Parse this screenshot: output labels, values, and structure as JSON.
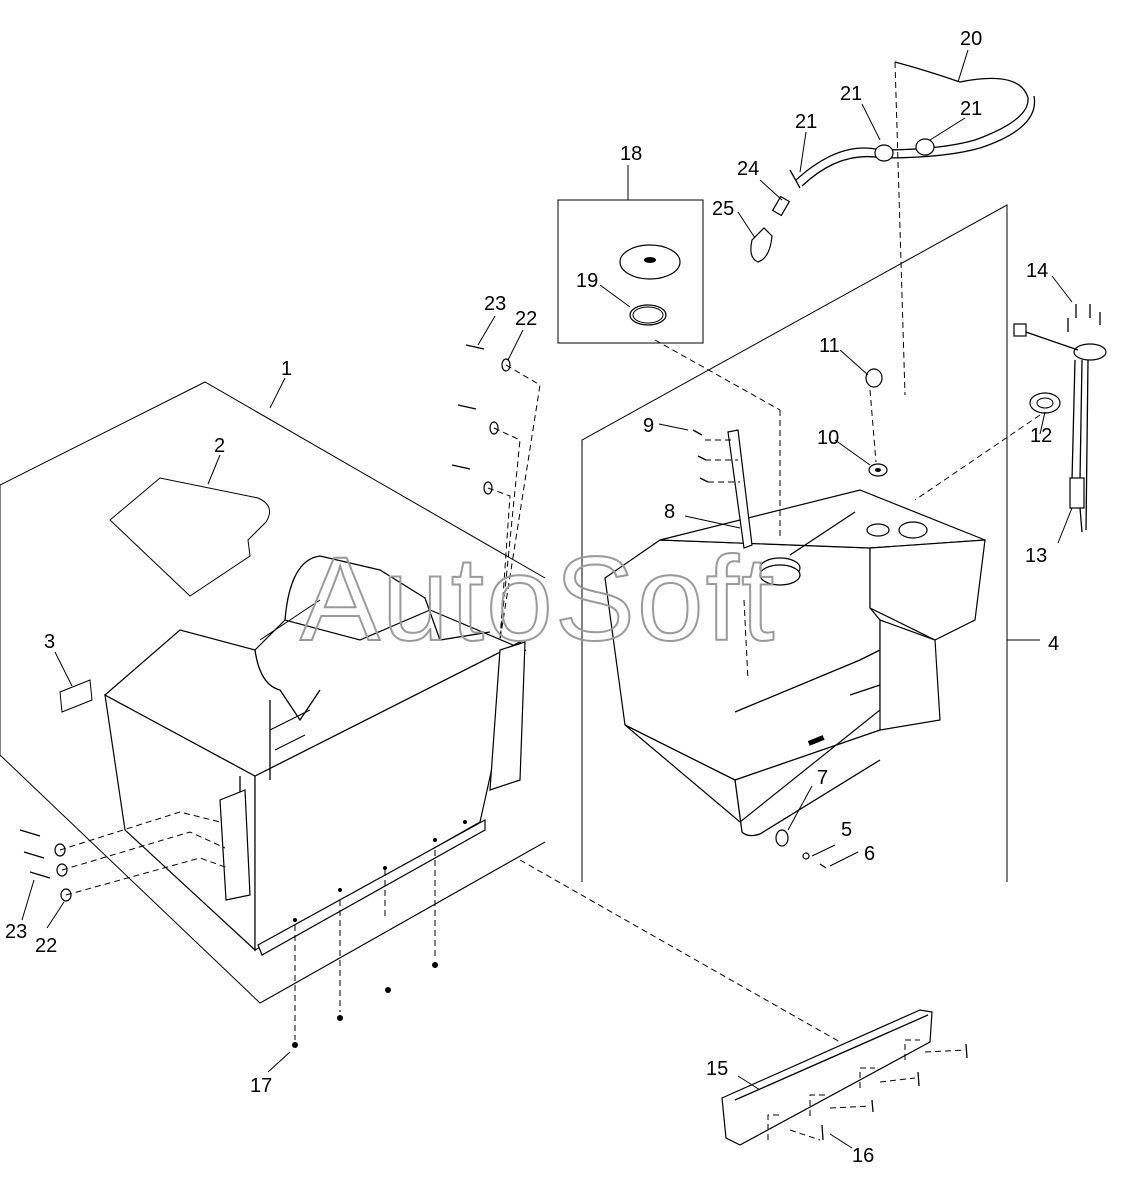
{
  "watermark": "AutoSoft",
  "callouts": {
    "c1": "1",
    "c2": "2",
    "c3": "3",
    "c4": "4",
    "c5": "5",
    "c6": "6",
    "c7": "7",
    "c8": "8",
    "c9": "9",
    "c10": "10",
    "c11": "11",
    "c12": "12",
    "c13": "13",
    "c14": "14",
    "c15": "15",
    "c16": "16",
    "c17": "17",
    "c18": "18",
    "c19": "19",
    "c20": "20",
    "c21a": "21",
    "c21b": "21",
    "c21c": "21",
    "c22a": "22",
    "c22b": "22",
    "c23a": "23",
    "c23b": "23",
    "c24": "24",
    "c25": "25"
  }
}
